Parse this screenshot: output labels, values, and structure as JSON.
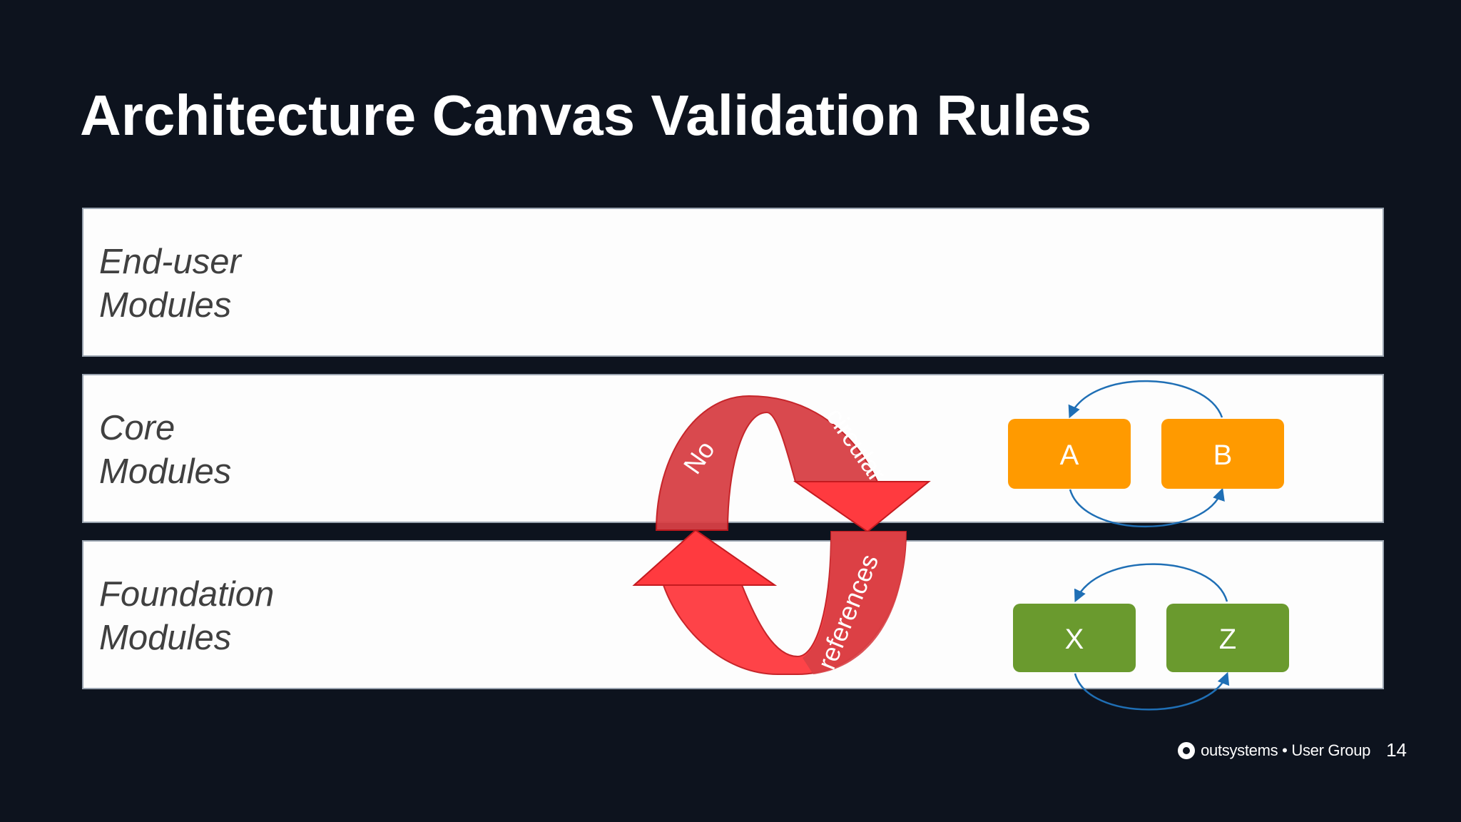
{
  "slide": {
    "title": "Architecture Canvas Validation Rules",
    "page_number": "14"
  },
  "layers": {
    "end_user": {
      "line1": "End-user",
      "line2": "Modules"
    },
    "core": {
      "line1": "Core",
      "line2": "Modules"
    },
    "foundation": {
      "line1": "Foundation",
      "line2": "Modules"
    }
  },
  "circular_arrow": {
    "word1": "No",
    "word2": "circular",
    "word3": "references",
    "color": "#ff3a3f"
  },
  "core_modules": [
    {
      "label": "A",
      "color": "#ff9a00"
    },
    {
      "label": "B",
      "color": "#ff9a00"
    }
  ],
  "foundation_modules": [
    {
      "label": "X",
      "color": "#6a9a2e"
    },
    {
      "label": "Z",
      "color": "#6a9a2e"
    }
  ],
  "connector_color": "#1f6fb5",
  "footer": {
    "brand": "outsystems • User Group",
    "logo_icon": "outsystems-logo-icon"
  }
}
